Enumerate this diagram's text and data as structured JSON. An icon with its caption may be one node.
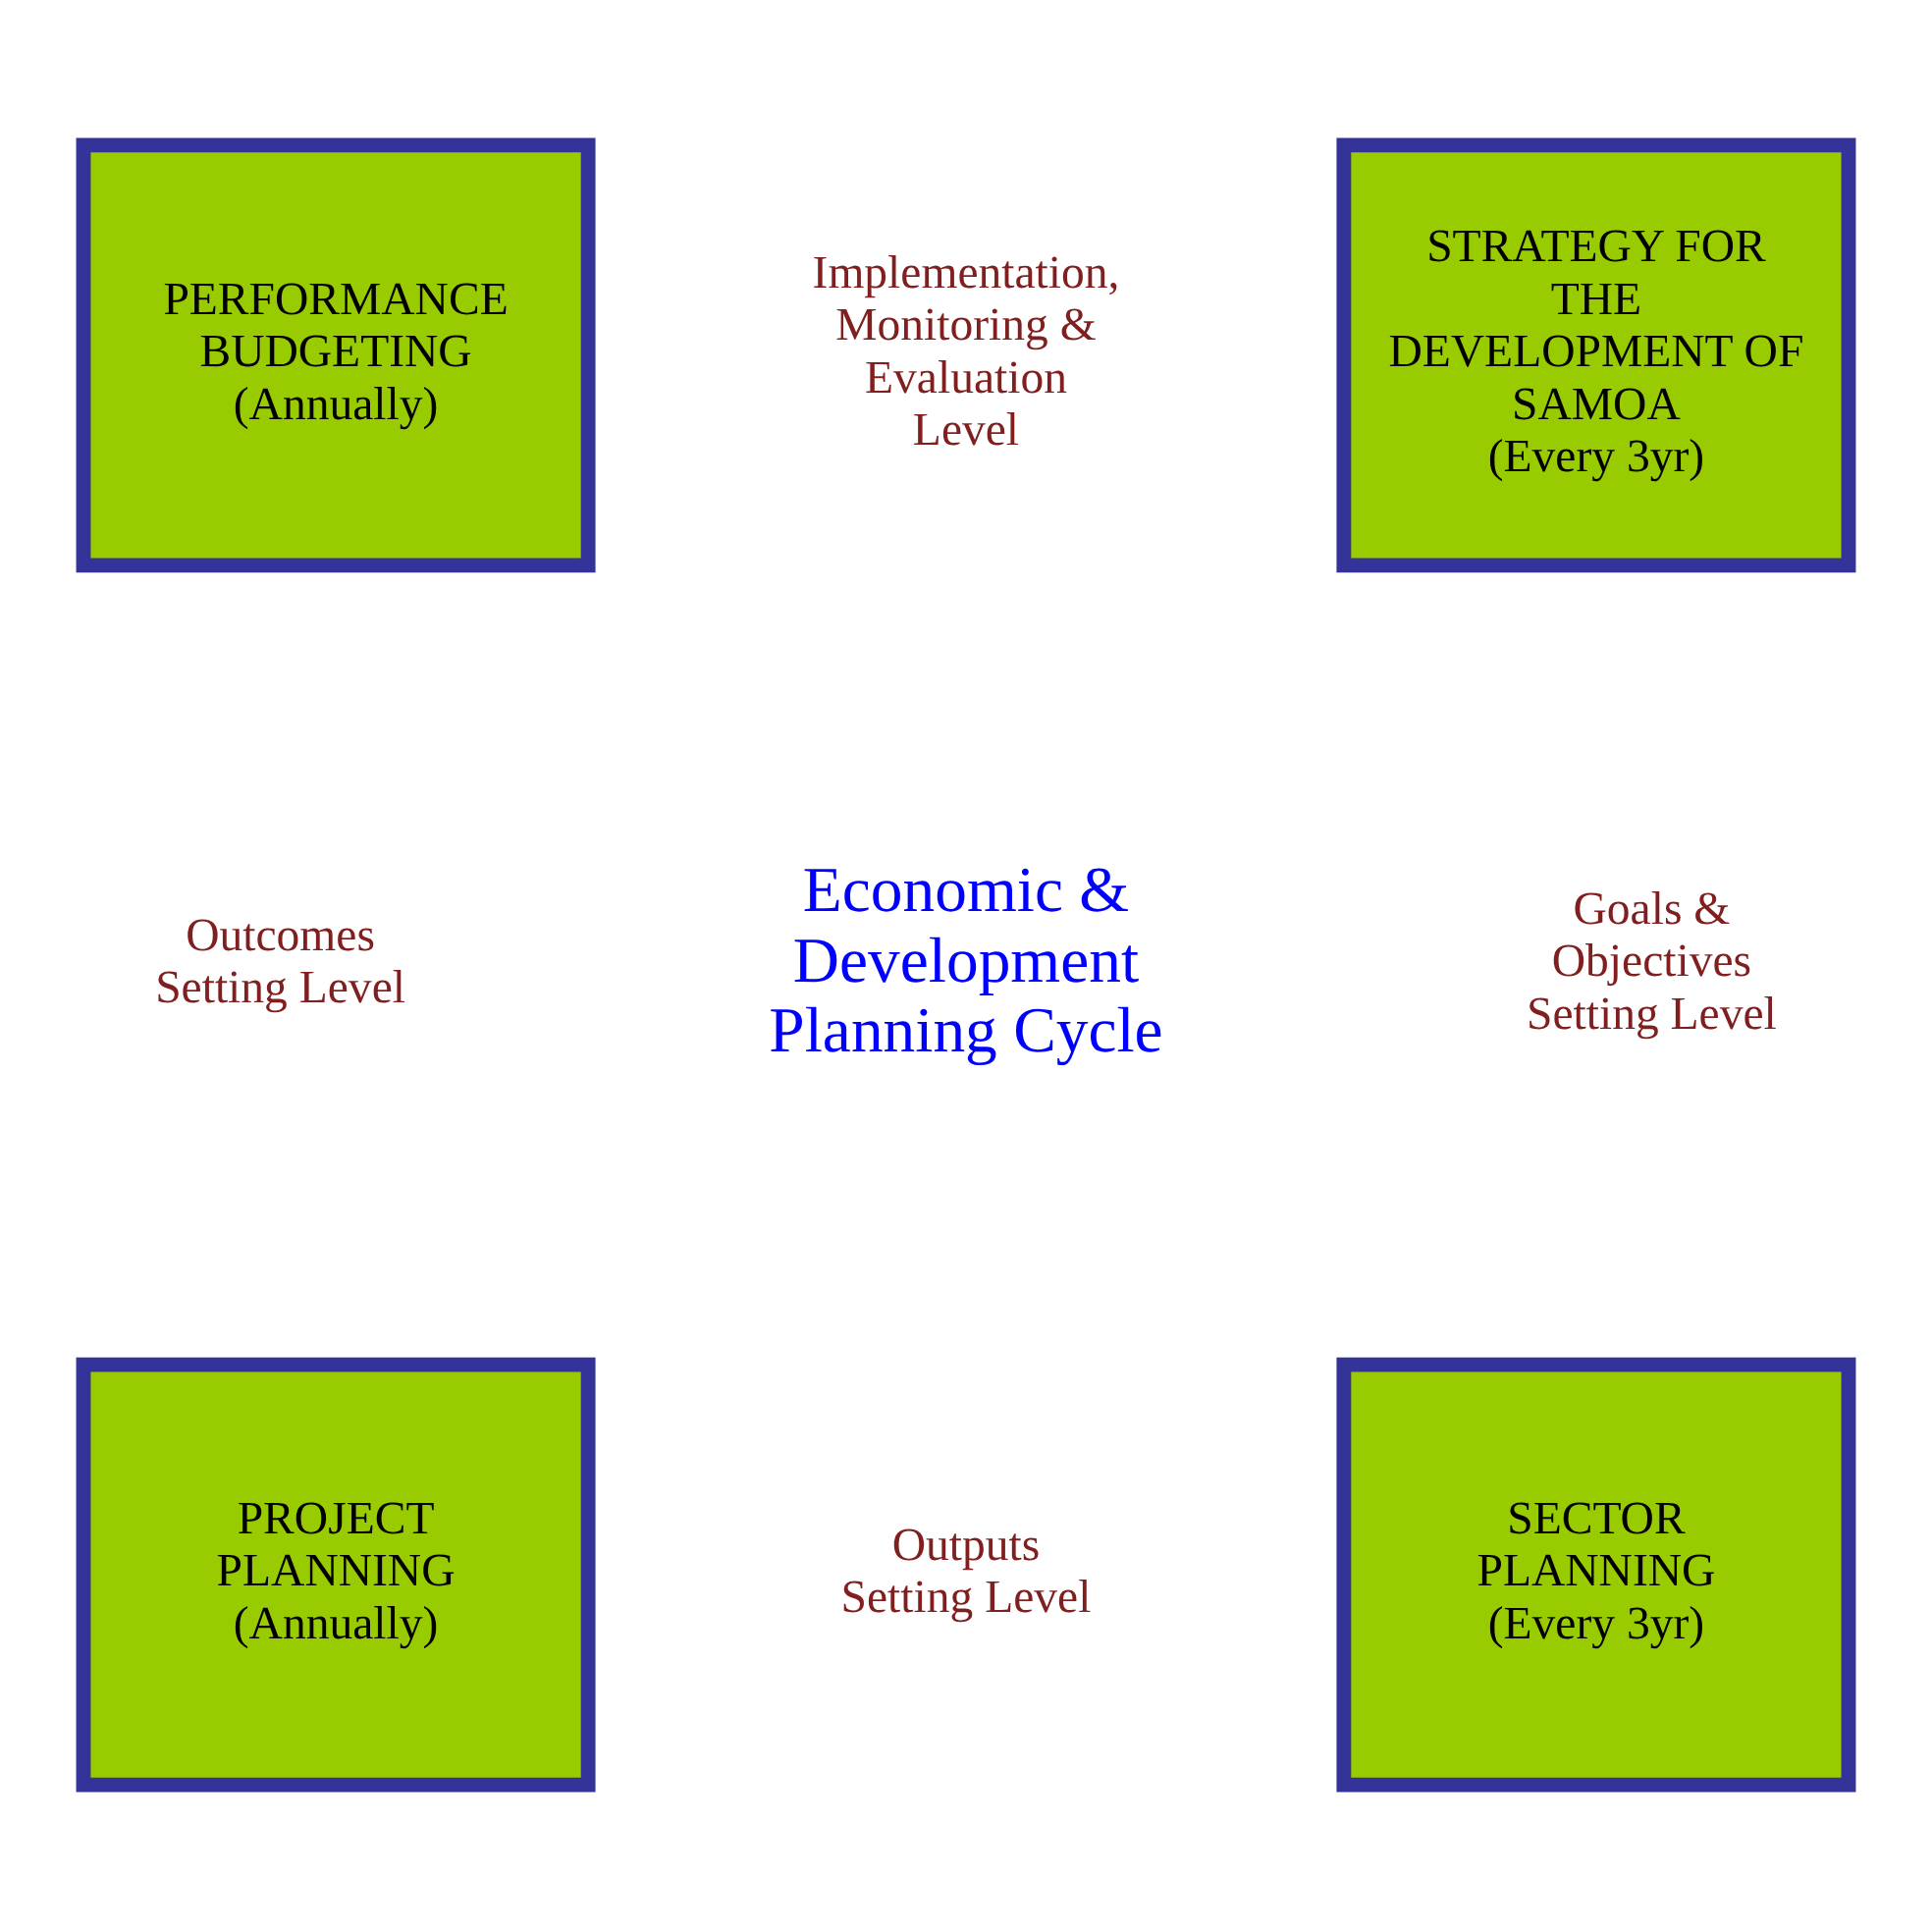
{
  "diagram": {
    "nodes": [
      {
        "text": [
          "PERFORMANCE BUDGETING",
          "(Annually)"
        ]
      },
      {
        "text": [
          "STRATEGY FOR THE DEVELOPMENT OF SAMOA",
          "(Every 3yr)"
        ]
      },
      {
        "text": [
          "PROJECT PLANNING",
          "(Annually)"
        ]
      },
      {
        "text": [
          "SECTOR PLANNING",
          "(Every 3yr)"
        ]
      }
    ],
    "edges": [],
    "labels": [
      "Implementation, Monitoring & Evaluation Level",
      "Outcomes Setting Level",
      "Economic & Development Planning Cycle",
      "Goals & Objectives Setting Level",
      "Outputs Setting Level"
    ]
  }
}
